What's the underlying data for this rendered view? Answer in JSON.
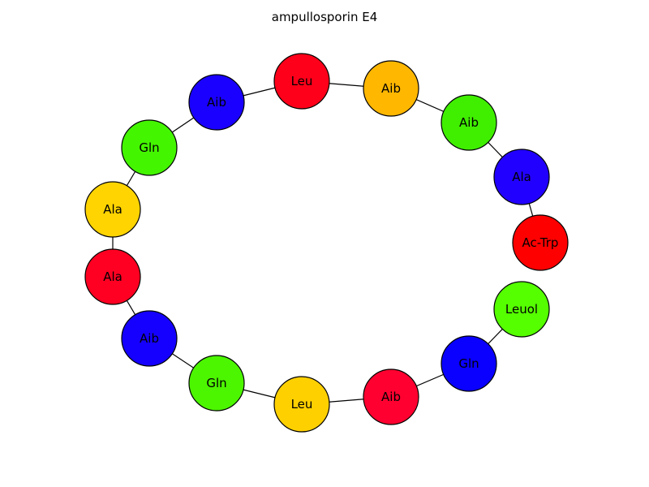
{
  "title": "ampullosporin E4",
  "nodes": [
    {
      "label": "Ac-Trp",
      "color": "#ff0000"
    },
    {
      "label": "Ala",
      "color": "#2200ff"
    },
    {
      "label": "Aib",
      "color": "#40ee00"
    },
    {
      "label": "Aib",
      "color": "#ffb700"
    },
    {
      "label": "Leu",
      "color": "#ff001a"
    },
    {
      "label": "Aib",
      "color": "#1a00ff"
    },
    {
      "label": "Gln",
      "color": "#44f500"
    },
    {
      "label": "Ala",
      "color": "#ffd400"
    },
    {
      "label": "Ala",
      "color": "#ff0022"
    },
    {
      "label": "Aib",
      "color": "#1500ff"
    },
    {
      "label": "Gln",
      "color": "#4cf500"
    },
    {
      "label": "Leu",
      "color": "#ffd000"
    },
    {
      "label": "Aib",
      "color": "#ff0030"
    },
    {
      "label": "Gln",
      "color": "#0a00ff"
    },
    {
      "label": "Leuol",
      "color": "#55ff00"
    }
  ]
}
